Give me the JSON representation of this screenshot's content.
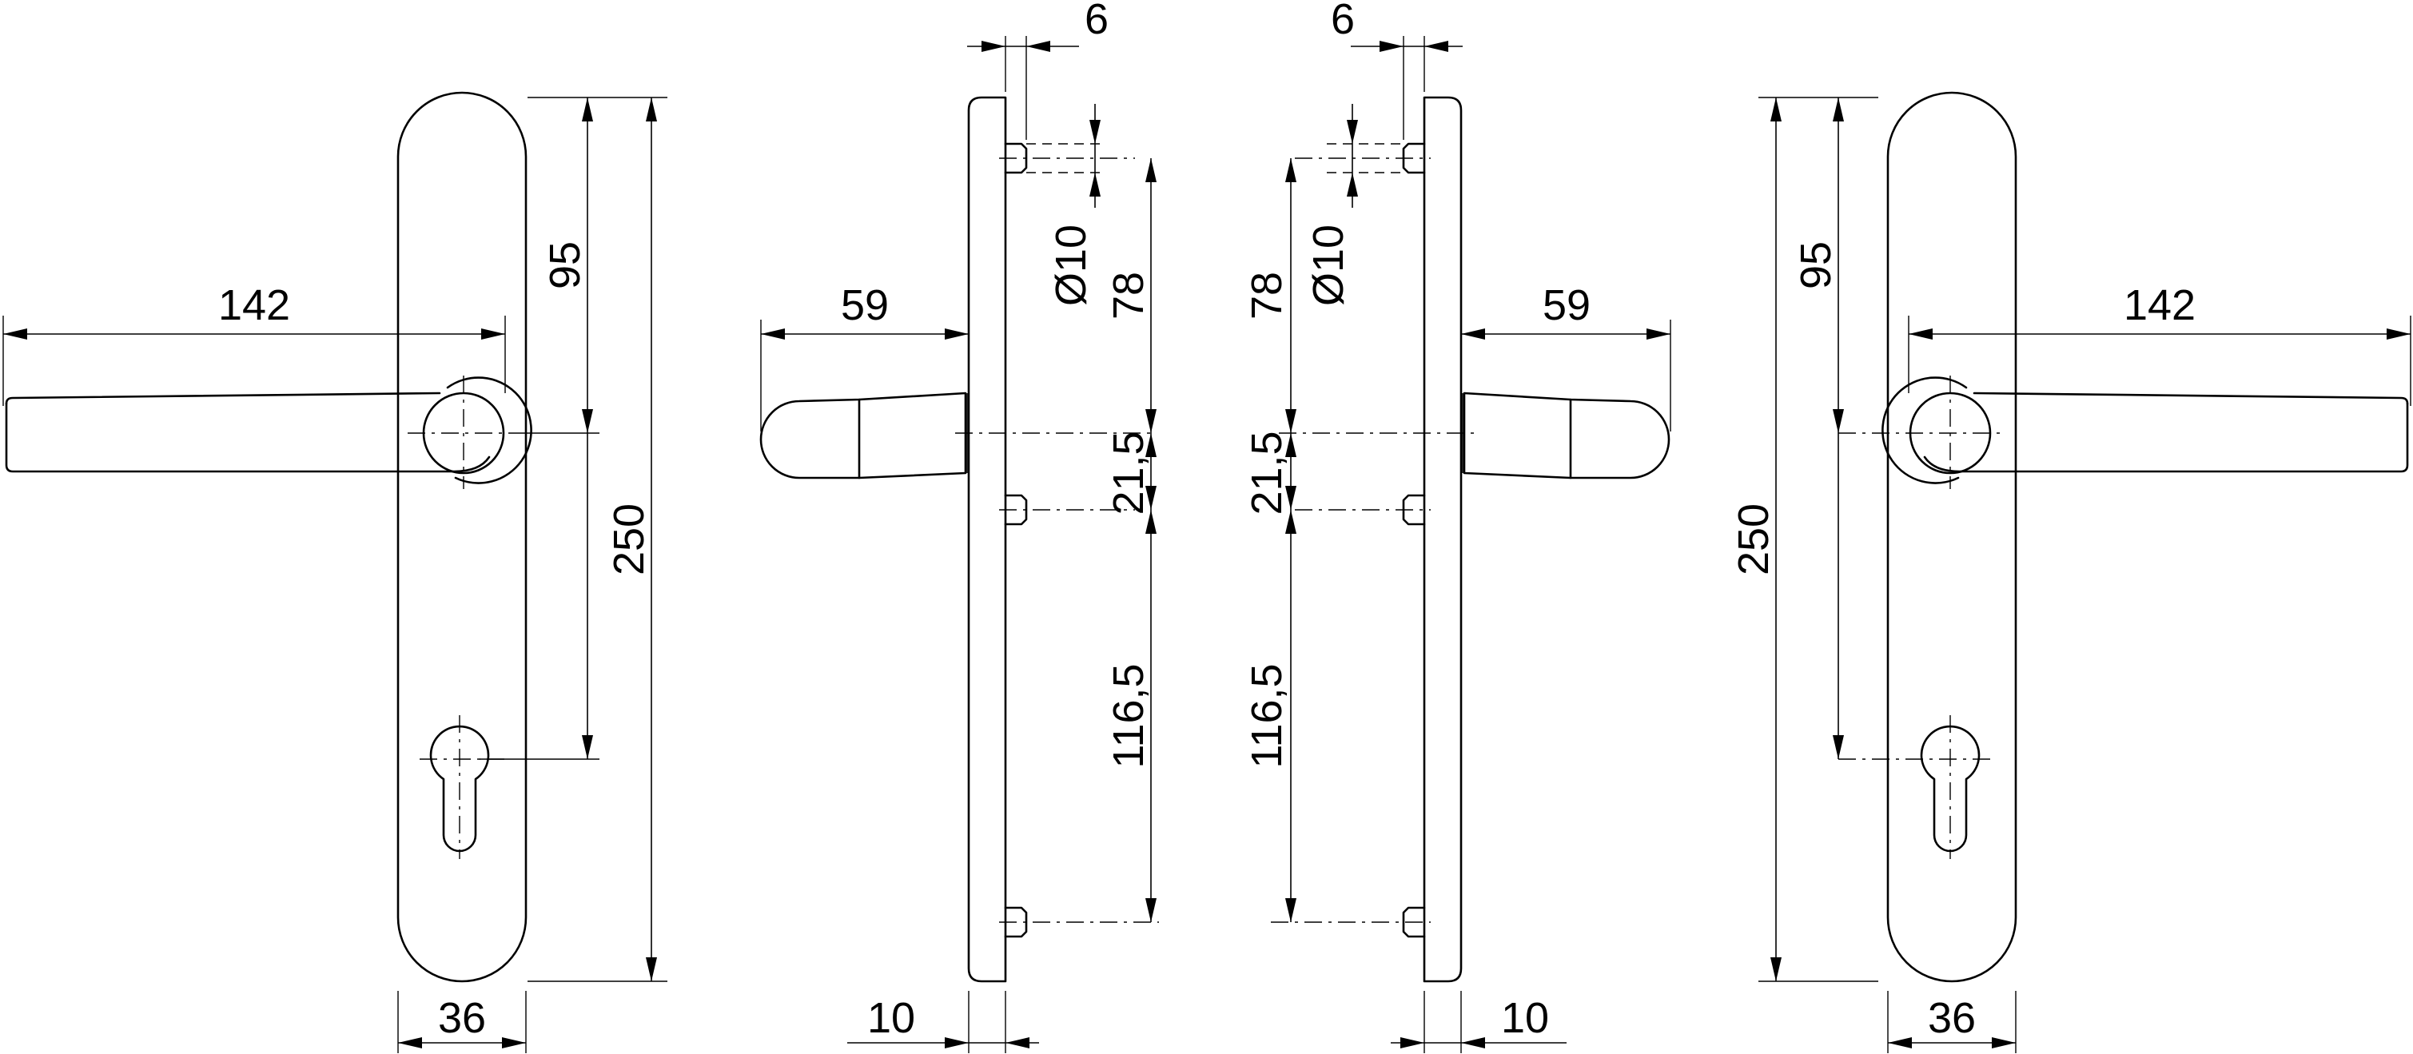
{
  "drawing": {
    "left_front_view": {
      "handle_length": "142",
      "rose_to_keyhole": "95",
      "plate_length": "250",
      "plate_width": "36"
    },
    "left_side_view": {
      "pin_length": "6",
      "pin_diameter": "Ø10",
      "top_pin_to_spindle": "78",
      "spindle_to_pin": "21,5",
      "pin_to_bottom_pin": "116,5",
      "handle_projection": "59",
      "plate_thickness": "10"
    },
    "right_side_view": {
      "pin_length": "6",
      "pin_diameter": "Ø10",
      "top_pin_to_spindle": "78",
      "spindle_to_pin": "21,5",
      "pin_to_bottom_pin": "116,5",
      "handle_projection": "59",
      "plate_thickness": "10"
    },
    "right_front_view": {
      "handle_length": "142",
      "rose_to_keyhole": "95",
      "plate_length": "250",
      "plate_width": "36"
    }
  }
}
